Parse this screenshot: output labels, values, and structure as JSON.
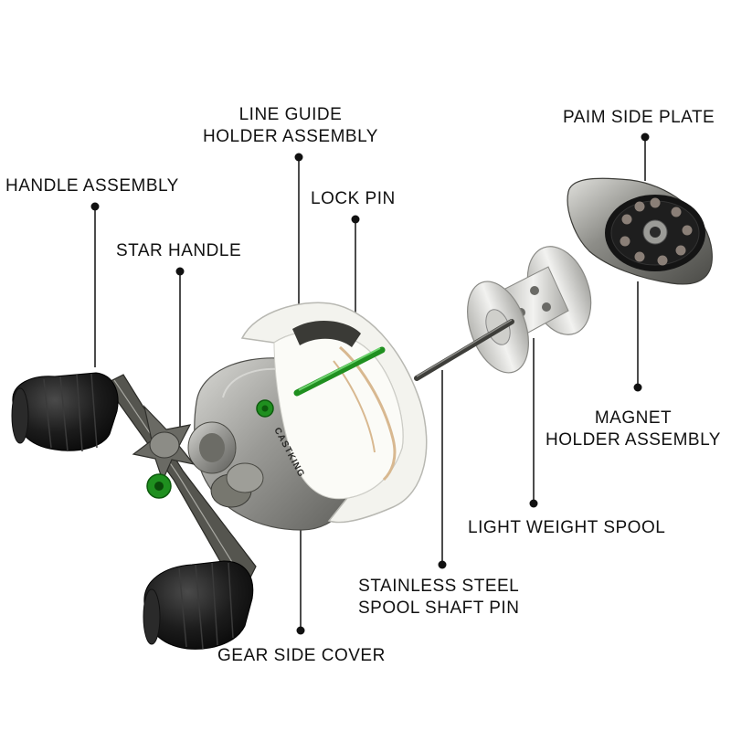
{
  "colors": {
    "accent_green": "#2aa52a",
    "body_silver": "#9a9a96",
    "frame_white": "#f4f4f0",
    "knob_black": "#1c1c1c",
    "leader": "#111111"
  },
  "product": {
    "brand_mark": "CASTKING"
  },
  "labels": {
    "line_guide_1": "LINE GUIDE",
    "line_guide_2": "HOLDER ASSEMBLY",
    "palm_side_plate": "PAIM SIDE PLATE",
    "handle_assembly": "HANDLE ASSEMBLY",
    "lock_pin": "LOCK PIN",
    "star_handle": "STAR HANDLE",
    "magnet_1": "MAGNET",
    "magnet_2": "HOLDER ASSEMBLY",
    "light_weight_spool": "LIGHT WEIGHT SPOOL",
    "spool_shaft_1": "STAINLESS STEEL",
    "spool_shaft_2": "SPOOL SHAFT PIN",
    "gear_side_cover": "GEAR SIDE COVER"
  }
}
